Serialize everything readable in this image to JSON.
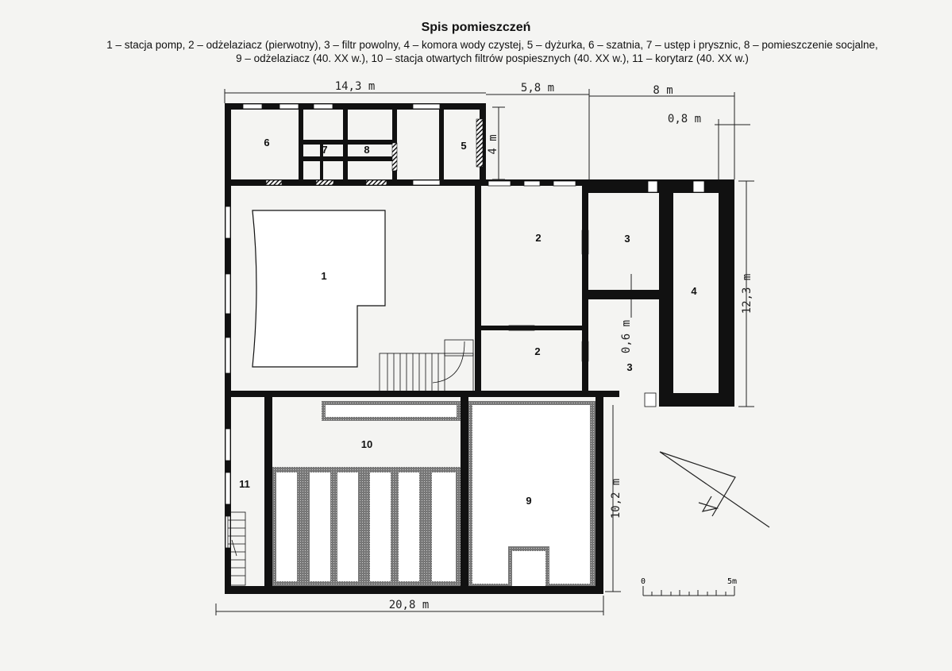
{
  "title": "Spis pomieszczeń",
  "legend_line1": "1 – stacja pomp, 2 – odżelaziacz (pierwotny), 3 – filtr powolny, 4 – komora wody czystej, 5 – dyżurka, 6 – szatnia, 7 – ustęp i prysznic, 8 – pomieszczenie socjalne,",
  "legend_line2": "9 – odżelaziacz (40. XX w.), 10 – stacja otwartych filtrów pospiesznych (40. XX w.), 11 – korytarz (40. XX w.)",
  "rooms": {
    "r1": "1",
    "r2a": "2",
    "r2b": "2",
    "r3a": "3",
    "r3b": "3",
    "r4": "4",
    "r5": "5",
    "r6": "6",
    "r7": "7",
    "r8": "8",
    "r9": "9",
    "r10": "10",
    "r11": "11"
  },
  "dimensions": {
    "top_left": "14,3 m",
    "top_mid": "5,8 m",
    "top_right": "8 m",
    "offset": "0,8 m",
    "height_top": "4 m",
    "height_right": "12,3 m",
    "gap": "0,6 m",
    "height_lower": "10,2 m",
    "bottom": "20,8 m"
  },
  "scale_bar": {
    "start": "0",
    "end": "5m"
  },
  "north_arrow": "N"
}
